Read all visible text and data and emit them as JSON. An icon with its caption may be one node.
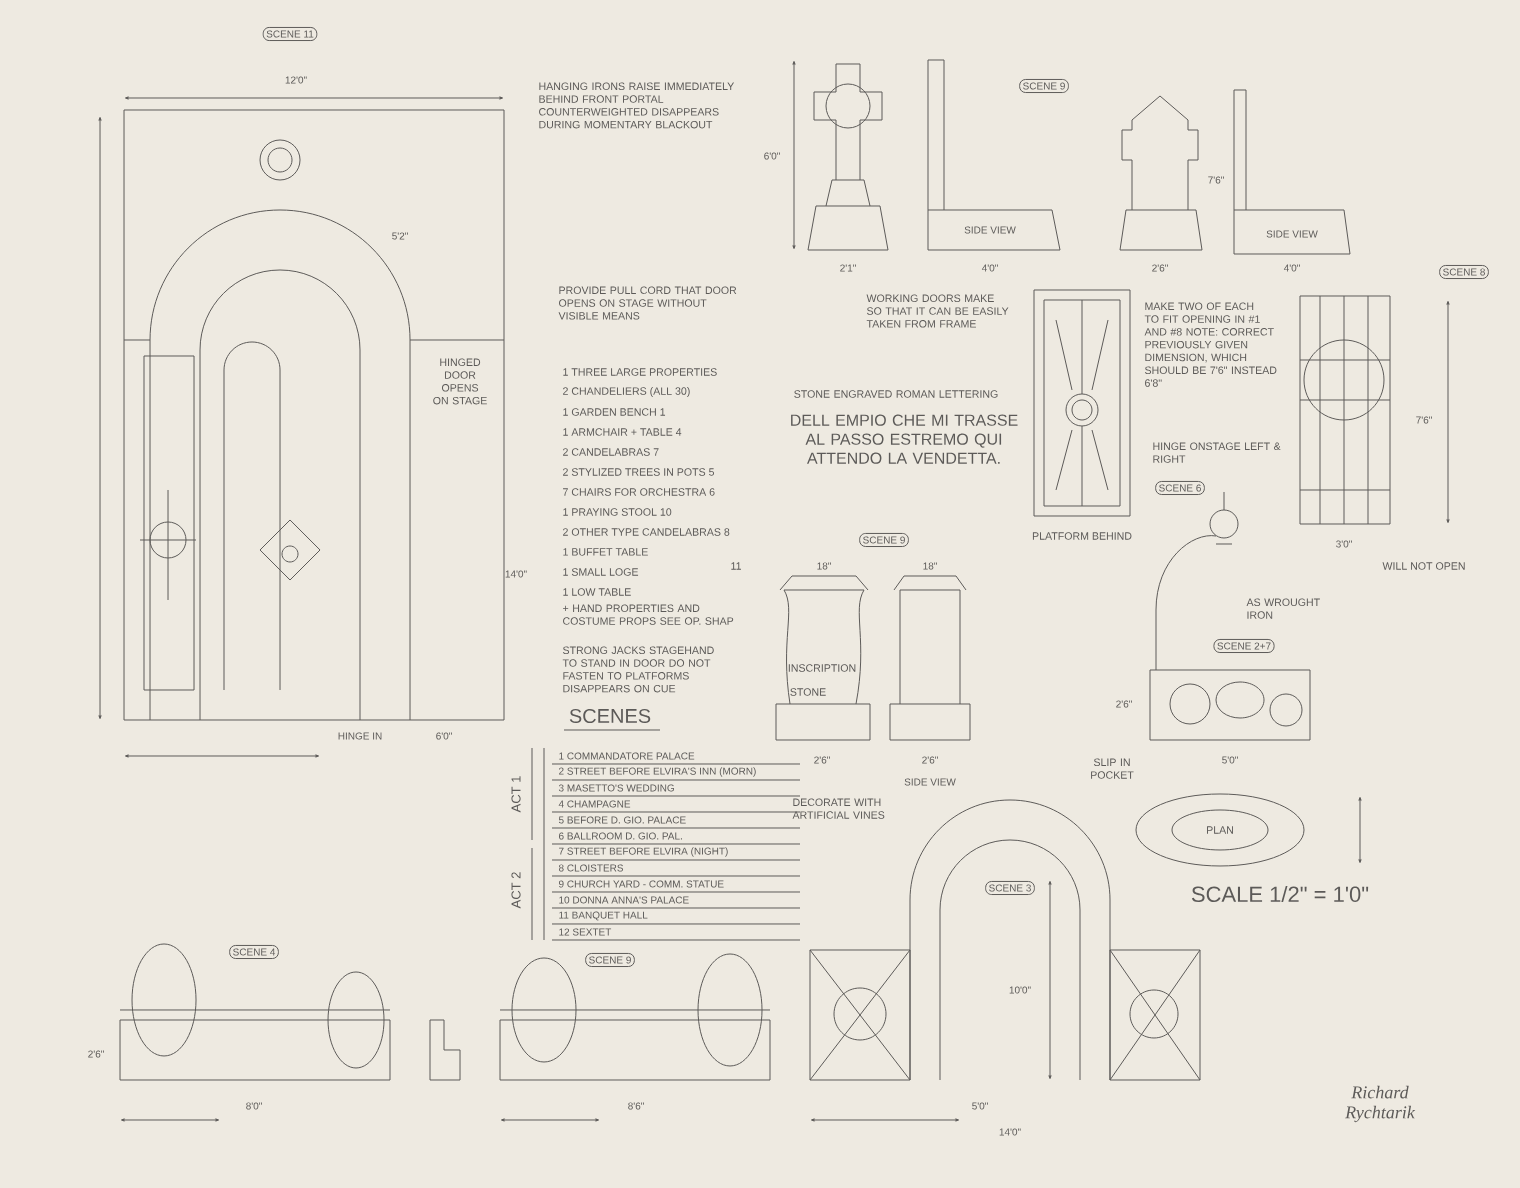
{
  "diagram": {
    "labels": [
      "SCENE 11",
      "12'0\"",
      "HANGING IRONS RAISE IMMEDIATELY BEHIND FRONT PORTAL COUNTERWEIGHTED DISAPPEARS DURING MOMENTARY BLACKOUT",
      "5'2\"",
      "HINGED DOOR OPENS ON STAGE",
      "PROVIDE PULL CORD THAT DOOR OPENS ON STAGE WITHOUT VISIBLE MEANS",
      "1 THREE LARGE PROPERTIES",
      "2 CHANDELIERS (ALL 30)",
      "1 GARDEN BENCH 1",
      "1 ARMCHAIR + TABLE 4",
      "2 CANDELABRAS 7",
      "2 STYLIZED TREES IN POTS 5",
      "7 CHAIRS FOR ORCHESTRA 6",
      "1 PRAYING STOOL 10",
      "2 OTHER TYPE CANDELABRAS 8",
      "1 BUFFET TABLE",
      "1 SMALL LOGE",
      "1 LOW TABLE",
      "11",
      "+ HAND PROPERTIES AND COSTUME PROPS SEE OP. SHAP",
      "14'0\"",
      "STRONG JACKS STAGEHAND TO STAND IN DOOR DO NOT FASTEN TO PLATFORMS DISAPPEARS ON CUE",
      "HINGE IN",
      "6'0\"",
      "SCENE 9",
      "6'0\"",
      "SIDE VIEW",
      "7'6\"",
      "SIDE VIEW",
      "2'1\"",
      "4'0\"",
      "2'6\"",
      "4'0\"",
      "SCENE 8",
      "WORKING DOORS MAKE SO THAT IT CAN BE EASILY TAKEN FROM FRAME",
      "MAKE TWO OF EACH TO FIT OPENING IN #1 AND #8 NOTE: CORRECT PREVIOUSLY GIVEN DIMENSION, WHICH SHOULD BE 7'6\" INSTEAD 6'8\"",
      "STONE ENGRAVED ROMAN LETTERING",
      "DELL EMPIO CHE MI TRASSE AL PASSO ESTREMO QUI ATTENDO LA VENDETTA.",
      "7'6\"",
      "HINGE ONSTAGE LEFT & RIGHT",
      "SCENE 6",
      "PLATFORM BEHIND",
      "3'0\"",
      "WILL NOT OPEN",
      "SCENE 9",
      "18\"",
      "18\"",
      "AS WROUGHT IRON",
      "INSCRIPTION",
      "STONE",
      "SCENE 2+7",
      "2'6\"",
      "2'6\"",
      "2'6\"",
      "5'0\"",
      "SLIP IN POCKET",
      "SIDE VIEW",
      "SCENES",
      "ACT 1",
      "1 COMMANDATORE PALACE",
      "2 STREET BEFORE ELVIRA'S INN (MORN)",
      "3 MASETTO'S WEDDING",
      "4 CHAMPAGNE",
      "5 BEFORE D. GIO. PALACE",
      "6 BALLROOM D. GIO. PAL.",
      "7 STREET BEFORE ELVIRA (NIGHT)",
      "8 CLOISTERS",
      "9 CHURCH YARD - COMM. STATUE",
      "10 DONNA ANNA'S PALACE",
      "11 BANQUET HALL",
      "12 SEXTET",
      "ACT 2",
      "DECORATE WITH ARTIFICIAL VINES",
      "PLAN",
      "SCALE 1/2\" = 1'0\"",
      "SCENE 3",
      "SCENE 4",
      "SCENE 9",
      "10'0\"",
      "2'6\"",
      "8'0\"",
      "8'6\"",
      "5'0\"",
      "14'0\"",
      "Richard Rychtarik"
    ]
  }
}
